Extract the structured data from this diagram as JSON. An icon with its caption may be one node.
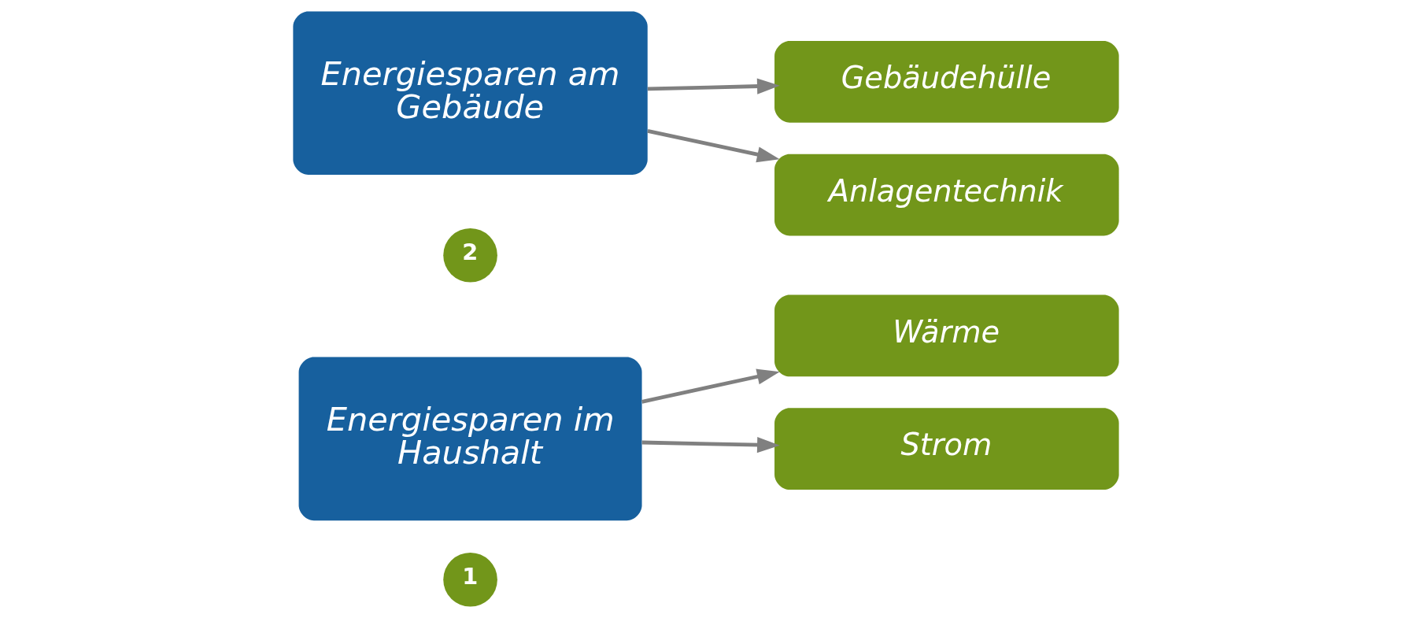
{
  "diagram": {
    "nodes": [
      {
        "text": [
          "1"
        ]
      },
      {
        "text": [
          "Energiesparen im Haushalt"
        ]
      },
      {
        "text": [
          "Wärme"
        ]
      },
      {
        "text": [
          "Strom"
        ]
      },
      {
        "text": [
          "2"
        ]
      },
      {
        "text": [
          "Energiesparen am Gebäude"
        ]
      },
      {
        "text": [
          "Gebäudehülle"
        ]
      },
      {
        "text": [
          "Anlagentechnik"
        ]
      }
    ],
    "edges": [
      {
        "from": 1,
        "to": 2,
        "arrow": "to"
      },
      {
        "from": 1,
        "to": 3,
        "arrow": "to"
      },
      {
        "from": 5,
        "to": 6,
        "arrow": "to"
      },
      {
        "from": 5,
        "to": 7,
        "arrow": "to"
      }
    ]
  }
}
